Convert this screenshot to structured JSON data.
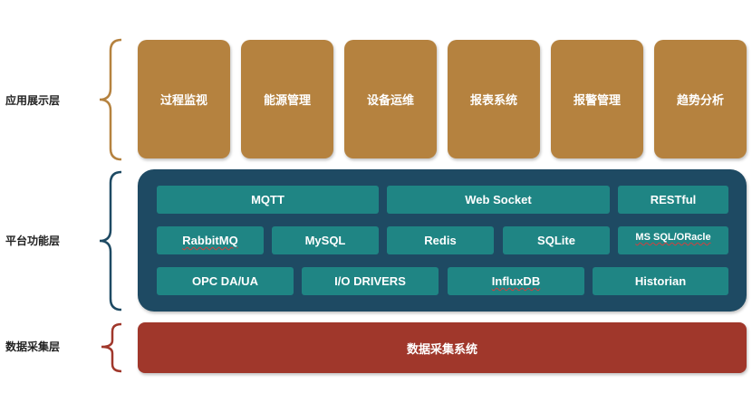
{
  "colors": {
    "app_box": "#B5823F",
    "app_bracket": "#B5823F",
    "platform_bg": "#1E4A63",
    "platform_bracket": "#1E4A63",
    "chip": "#1F8584",
    "acquisition": "#A0372B",
    "acquisition_bracket": "#A0372B"
  },
  "layers": {
    "application": {
      "label": "应用展示层",
      "items": [
        "过程监视",
        "能源管理",
        "设备运维",
        "报表系统",
        "报警管理",
        "趋势分析"
      ]
    },
    "platform": {
      "label": "平台功能层",
      "rows": [
        [
          "MQTT",
          "Web Socket",
          "RESTful"
        ],
        [
          "RabbitMQ",
          "MySQL",
          "Redis",
          "SQLite",
          "MS SQL/ORacle"
        ],
        [
          "OPC DA/UA",
          "I/O DRIVERS",
          "InfluxDB",
          "Historian"
        ]
      ]
    },
    "acquisition": {
      "label": "数据采集层",
      "system": "数据采集系统"
    }
  }
}
